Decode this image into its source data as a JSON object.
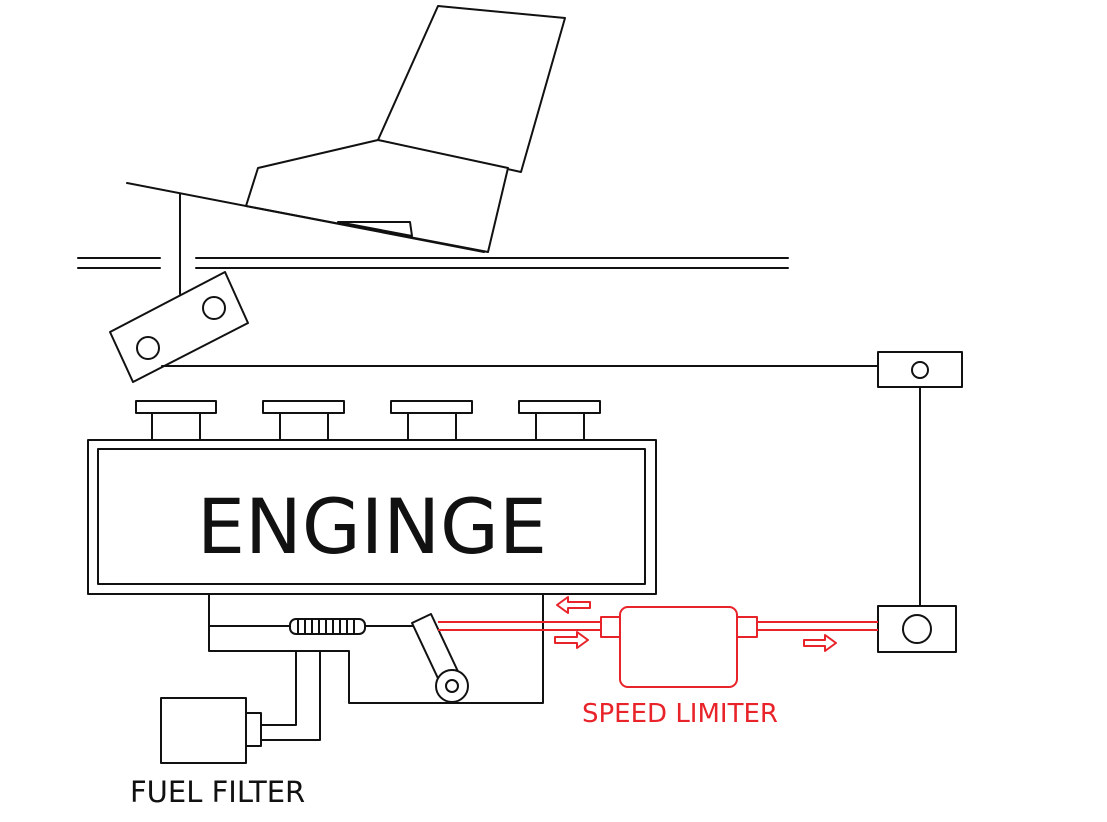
{
  "engine": {
    "label": "ENGINGE"
  },
  "speed_limiter": {
    "label": "SPEED LIMITER"
  },
  "fuel_filter": {
    "label": "FUEL FILTER"
  },
  "colors": {
    "line": "#111111",
    "limiter": "#e8232a"
  }
}
